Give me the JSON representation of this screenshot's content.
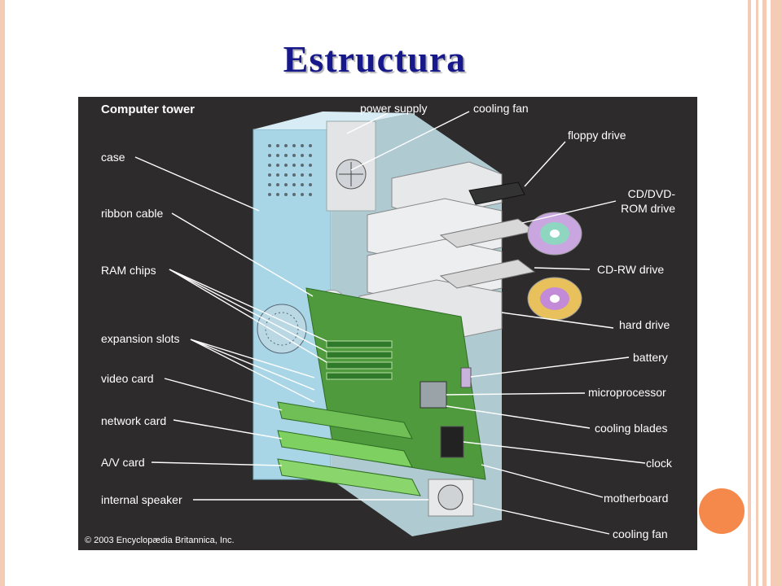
{
  "slide": {
    "title": "Estructura"
  },
  "diagram": {
    "heading": "Computer tower",
    "copyright": "© 2003 Encyclopædia Britannica, Inc.",
    "labels_left": {
      "case": "case",
      "ribbon_cable": "ribbon cable",
      "ram_chips": "RAM chips",
      "expansion_slots": "expansion slots",
      "video_card": "video card",
      "network_card": "network card",
      "av_card": "A/V card",
      "internal_speaker": "internal speaker"
    },
    "labels_top": {
      "power_supply": "power supply",
      "cooling_fan": "cooling fan"
    },
    "labels_right": {
      "floppy_drive": "floppy drive",
      "cd_dvd_rom_line1": "CD/DVD-",
      "cd_dvd_rom_line2": "ROM drive",
      "cd_rw_drive": "CD-RW drive",
      "hard_drive": "hard drive",
      "battery": "battery",
      "microprocessor": "microprocessor",
      "cooling_blades": "cooling blades",
      "clock": "clock",
      "motherboard": "motherboard",
      "cooling_fan_bottom": "cooling fan"
    }
  },
  "colors": {
    "title": "#17188a",
    "diagram_bg": "#2d2b2b",
    "frame": "#f4cbb4",
    "accent_circle": "#f5894c"
  }
}
